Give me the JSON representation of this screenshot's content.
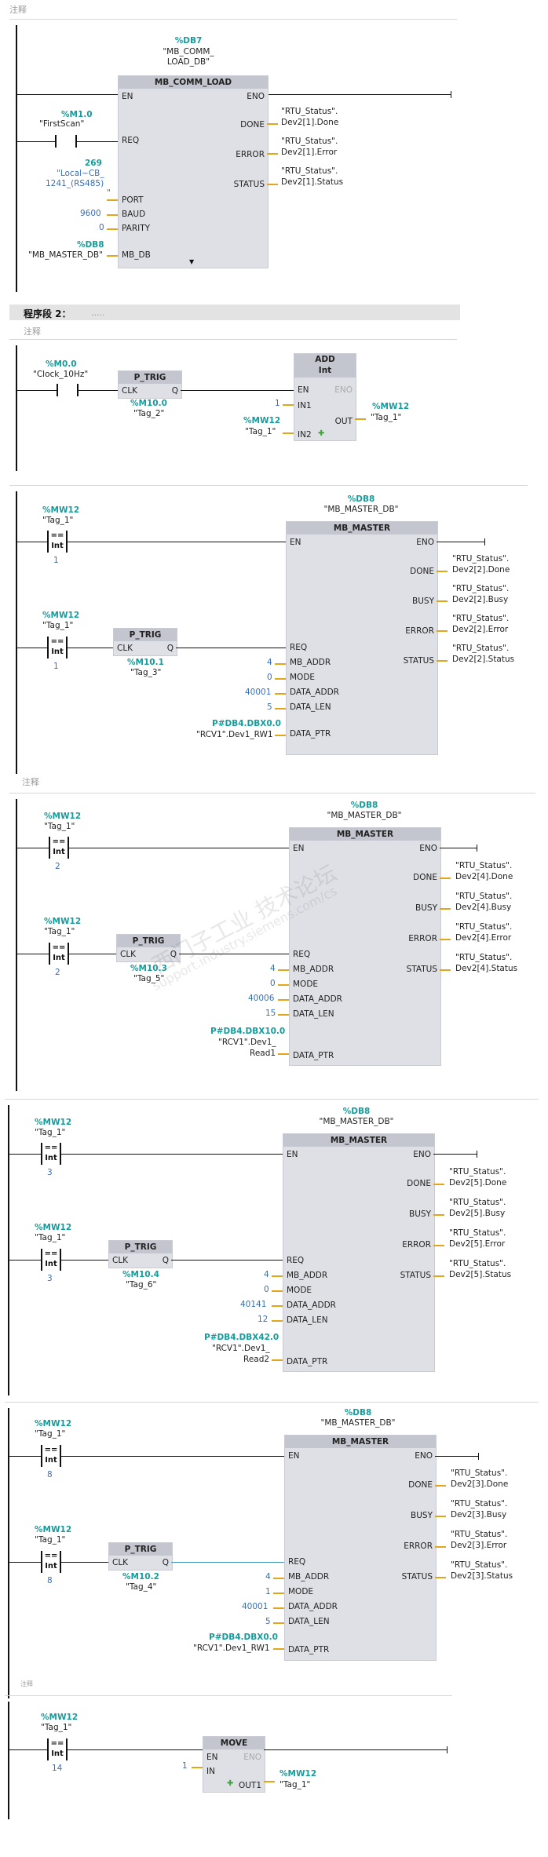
{
  "comments": {
    "c1": "注释",
    "c2": "注释",
    "c3": "注释",
    "c4": "注释"
  },
  "section2": {
    "title": "程序段 2：",
    "subtitle": "....."
  },
  "n1": {
    "db_addr": "%DB7",
    "db_name": "\"MB_COMM_",
    "db_name2": "LOAD_DB\"",
    "block": "MB_COMM_LOAD",
    "en": "EN",
    "eno": "ENO",
    "req": "REQ",
    "port": "PORT",
    "baud": "BAUD",
    "parity": "PARITY",
    "mbdb": "MB_DB",
    "done": "DONE",
    "error": "ERROR",
    "status": "STATUS",
    "m10": "%M1.0",
    "firstscan": "\"FirstScan\"",
    "port_val": "269",
    "port_l1": "\"Local~CB_",
    "port_l2": "1241_(RS485)",
    "port_star": "\"",
    "baud_val": "9600",
    "parity_val": "0",
    "db8": "%DB8",
    "mbmaster": "\"MB_MASTER_DB\"",
    "done_o1": "\"RTU_Status\".",
    "done_o2": "Dev2[1].Done",
    "error_o1": "\"RTU_Status\".",
    "error_o2": "Dev2[1].Error",
    "status_o1": "\"RTU_Status\".",
    "status_o2": "Dev2[1].Status"
  },
  "n2": {
    "m00": "%M0.0",
    "clock": "\"Clock_10Hz\"",
    "ptrig": "P_TRIG",
    "clk": "CLK",
    "q": "Q",
    "m100": "%M10.0",
    "tag2": "\"Tag_2\"",
    "add": "ADD",
    "int": "Int",
    "en": "EN",
    "eno": "ENO",
    "in1": "IN1",
    "in2": "IN2",
    "out": "OUT",
    "in1_val": "1",
    "mw12": "%MW12",
    "tag1": "\"Tag_1\"",
    "out_mw12": "%MW12",
    "out_tag1": "\"Tag_1\""
  },
  "n3": {
    "mw12": "%MW12",
    "tag1": "\"Tag_1\"",
    "eq": "==",
    "int": "Int",
    "cmp_val": "1",
    "db8": "%DB8",
    "mbmaster": "\"MB_MASTER_DB\"",
    "block": "MB_MASTER",
    "en": "EN",
    "eno": "ENO",
    "done": "DONE",
    "busy": "BUSY",
    "error": "ERROR",
    "status": "STATUS",
    "req": "REQ",
    "mb_addr": "MB_ADDR",
    "mode": "MODE",
    "data_addr": "DATA_ADDR",
    "data_len": "DATA_LEN",
    "data_ptr": "DATA_PTR",
    "mb_addr_v": "4",
    "mode_v": "0",
    "data_addr_v": "40001",
    "data_len_v": "5",
    "ptr_addr": "P#DB4.DBX0.0",
    "ptr_name": "\"RCV1\".Dev1_RW1",
    "mw12b": "%MW12",
    "tag1b": "\"Tag_1\"",
    "cmp_val2": "1",
    "ptrig": "P_TRIG",
    "clk": "CLK",
    "q": "Q",
    "m101": "%M10.1",
    "tag3": "\"Tag_3\"",
    "done_o1": "\"RTU_Status\".",
    "done_o2": "Dev2[2].Done",
    "busy_o1": "\"RTU_Status\".",
    "busy_o2": "Dev2[2].Busy",
    "error_o1": "\"RTU_Status\".",
    "error_o2": "Dev2[2].Error",
    "status_o1": "\"RTU_Status\".",
    "status_o2": "Dev2[2].Status"
  },
  "n4": {
    "mw12": "%MW12",
    "tag1": "\"Tag_1\"",
    "eq": "==",
    "int": "Int",
    "cmp_val": "2",
    "db8": "%DB8",
    "mbmaster": "\"MB_MASTER_DB\"",
    "block": "MB_MASTER",
    "en": "EN",
    "eno": "ENO",
    "done": "DONE",
    "busy": "BUSY",
    "error": "ERROR",
    "status": "STATUS",
    "req": "REQ",
    "mb_addr": "MB_ADDR",
    "mode": "MODE",
    "data_addr": "DATA_ADDR",
    "data_len": "DATA_LEN",
    "data_ptr": "DATA_PTR",
    "mb_addr_v": "4",
    "mode_v": "0",
    "data_addr_v": "40006",
    "data_len_v": "15",
    "ptr_addr": "P#DB4.DBX10.0",
    "ptr_name": "\"RCV1\".Dev1_",
    "ptr_name2": "Read1",
    "mw12b": "%MW12",
    "tag1b": "\"Tag_1\"",
    "cmp_val2": "2",
    "ptrig": "P_TRIG",
    "clk": "CLK",
    "q": "Q",
    "m103": "%M10.3",
    "tag5": "\"Tag_5\"",
    "done_o1": "\"RTU_Status\".",
    "done_o2": "Dev2[4].Done",
    "busy_o1": "\"RTU_Status\".",
    "busy_o2": "Dev2[4].Busy",
    "error_o1": "\"RTU_Status\".",
    "error_o2": "Dev2[4].Error",
    "status_o1": "\"RTU_Status\".",
    "status_o2": "Dev2[4].Status"
  },
  "n5": {
    "mw12": "%MW12",
    "tag1": "\"Tag_1\"",
    "eq": "==",
    "int": "Int",
    "cmp_val": "3",
    "db8": "%DB8",
    "mbmaster": "\"MB_MASTER_DB\"",
    "block": "MB_MASTER",
    "en": "EN",
    "eno": "ENO",
    "done": "DONE",
    "busy": "BUSY",
    "error": "ERROR",
    "status": "STATUS",
    "req": "REQ",
    "mb_addr": "MB_ADDR",
    "mode": "MODE",
    "data_addr": "DATA_ADDR",
    "data_len": "DATA_LEN",
    "data_ptr": "DATA_PTR",
    "mb_addr_v": "4",
    "mode_v": "0",
    "data_addr_v": "40141",
    "data_len_v": "12",
    "ptr_addr": "P#DB4.DBX42.0",
    "ptr_name": "\"RCV1\".Dev1_",
    "ptr_name2": "Read2",
    "mw12b": "%MW12",
    "tag1b": "\"Tag_1\"",
    "cmp_val2": "3",
    "ptrig": "P_TRIG",
    "clk": "CLK",
    "q": "Q",
    "m104": "%M10.4",
    "tag6": "\"Tag_6\"",
    "done_o1": "\"RTU_Status\".",
    "done_o2": "Dev2[5].Done",
    "busy_o1": "\"RTU_Status\".",
    "busy_o2": "Dev2[5].Busy",
    "error_o1": "\"RTU_Status\".",
    "error_o2": "Dev2[5].Error",
    "status_o1": "\"RTU_Status\".",
    "status_o2": "Dev2[5].Status"
  },
  "n6": {
    "mw12": "%MW12",
    "tag1": "\"Tag_1\"",
    "eq": "==",
    "int": "Int",
    "cmp_val": "8",
    "db8": "%DB8",
    "mbmaster": "\"MB_MASTER_DB\"",
    "block": "MB_MASTER",
    "en": "EN",
    "eno": "ENO",
    "done": "DONE",
    "busy": "BUSY",
    "error": "ERROR",
    "status": "STATUS",
    "req": "REQ",
    "mb_addr": "MB_ADDR",
    "mode": "MODE",
    "data_addr": "DATA_ADDR",
    "data_len": "DATA_LEN",
    "data_ptr": "DATA_PTR",
    "mb_addr_v": "4",
    "mode_v": "1",
    "data_addr_v": "40001",
    "data_len_v": "5",
    "ptr_addr": "P#DB4.DBX0.0",
    "ptr_name": "\"RCV1\".Dev1_RW1",
    "mw12b": "%MW12",
    "tag1b": "\"Tag_1\"",
    "cmp_val2": "8",
    "ptrig": "P_TRIG",
    "clk": "CLK",
    "q": "Q",
    "m102": "%M10.2",
    "tag4": "\"Tag_4\"",
    "done_o1": "\"RTU_Status\".",
    "done_o2": "Dev2[3].Done",
    "busy_o1": "\"RTU_Status\".",
    "busy_o2": "Dev2[3].Busy",
    "error_o1": "\"RTU_Status\".",
    "error_o2": "Dev2[3].Error",
    "status_o1": "\"RTU_Status\".",
    "status_o2": "Dev2[3].Status"
  },
  "n7": {
    "mw12": "%MW12",
    "tag1": "\"Tag_1\"",
    "eq": "==",
    "int": "Int",
    "cmp_val": "14",
    "move": "MOVE",
    "en": "EN",
    "eno": "ENO",
    "in": "IN",
    "out1": "OUT1",
    "in_val": "1",
    "out_mw12": "%MW12",
    "out_tag1": "\"Tag_1\""
  },
  "watermark": {
    "line1": "西门子工业 技术论坛",
    "line2": "support.industry.siemens.com/cs"
  }
}
